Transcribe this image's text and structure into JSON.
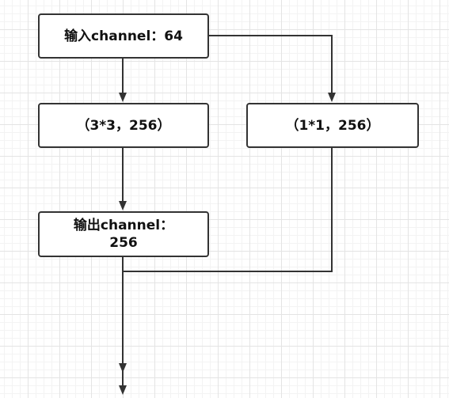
{
  "nodes": {
    "input": {
      "label": "输入channel：64"
    },
    "conv3": {
      "label": "（3*3，256）"
    },
    "conv1": {
      "label": "（1*1，256）"
    },
    "output": {
      "label": "输出channel：\n256"
    }
  },
  "colors": {
    "line": "#333333",
    "box_border": "#333333",
    "box_fill": "#ffffff",
    "grid_major": "#e4e4e4",
    "grid_minor": "#f3f3f3"
  }
}
